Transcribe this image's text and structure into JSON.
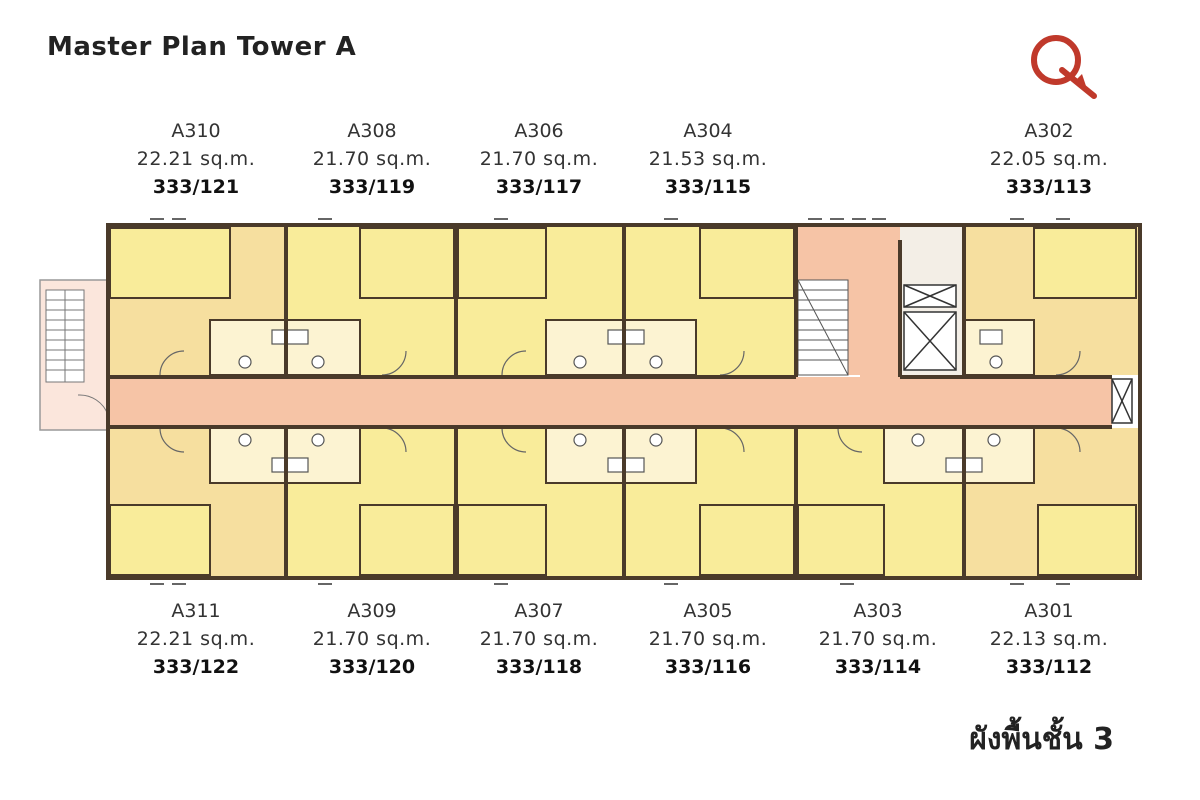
{
  "title": "Master Plan Tower A",
  "floor_label": "ผังพื้นชั้น 3",
  "colors": {
    "unit_fill": "#f7e79d",
    "unit_fill_alt": "#f5dfa4",
    "corridor_fill": "#f6c4a6",
    "wall": "#4a3a2a",
    "logo": "#c0392b"
  },
  "icons": [
    "north-compass-icon",
    "stair-icon",
    "elevator-icon",
    "door-icon",
    "toilet-icon",
    "sink-icon",
    "arrow-icon"
  ],
  "units_top": [
    {
      "code": "A310",
      "area": "22.21 sq.m.",
      "address": "333/121"
    },
    {
      "code": "A308",
      "area": "21.70 sq.m.",
      "address": "333/119"
    },
    {
      "code": "A306",
      "area": "21.70 sq.m.",
      "address": "333/117"
    },
    {
      "code": "A304",
      "area": "21.53 sq.m.",
      "address": "333/115"
    },
    {
      "code": "A302",
      "area": "22.05 sq.m.",
      "address": "333/113"
    }
  ],
  "units_bottom": [
    {
      "code": "A311",
      "area": "22.21 sq.m.",
      "address": "333/122"
    },
    {
      "code": "A309",
      "area": "21.70 sq.m.",
      "address": "333/120"
    },
    {
      "code": "A307",
      "area": "21.70 sq.m.",
      "address": "333/118"
    },
    {
      "code": "A305",
      "area": "21.70 sq.m.",
      "address": "333/116"
    },
    {
      "code": "A303",
      "area": "21.70 sq.m.",
      "address": "333/114"
    },
    {
      "code": "A301",
      "area": "22.13 sq.m.",
      "address": "333/112"
    }
  ]
}
